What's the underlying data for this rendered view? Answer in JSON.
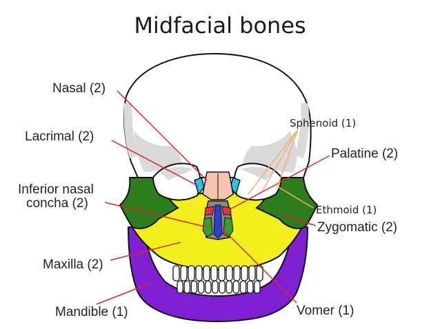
{
  "title": "Midfacial bones",
  "labels": {
    "nasal": "Nasal (2)",
    "lacrimal": "Lacrimal (2)",
    "inferior_concha_line1": "Inferior nasal",
    "inferior_concha_line2": "concha (2)",
    "maxilla": "Maxilla (2)",
    "mandible": "Mandible (1)",
    "sphenoid": "Sphenoid (1)",
    "palatine": "Palatine (2)",
    "ethmoid": "Ethmoid (1)",
    "zygomatic": "Zygomatic (2)",
    "vomer": "Vomer (1)"
  },
  "colors": {
    "skull": "#ffffff",
    "shade": "#d9d9d9",
    "maxilla": "#f2f01c",
    "mandible": "#7e1fd1",
    "zygomatic": "#2e7d1d",
    "nasal": "#f7c4b2",
    "lacrimal": "#22c7e0",
    "concha": "#3b9c2a",
    "vomer": "#2a3fd1",
    "palatine": "#e8323b",
    "sphenoid_area": "#8a8a8a",
    "leader_red": "#d9262b",
    "leader_orange": "#f0b070",
    "outline": "#111111"
  }
}
